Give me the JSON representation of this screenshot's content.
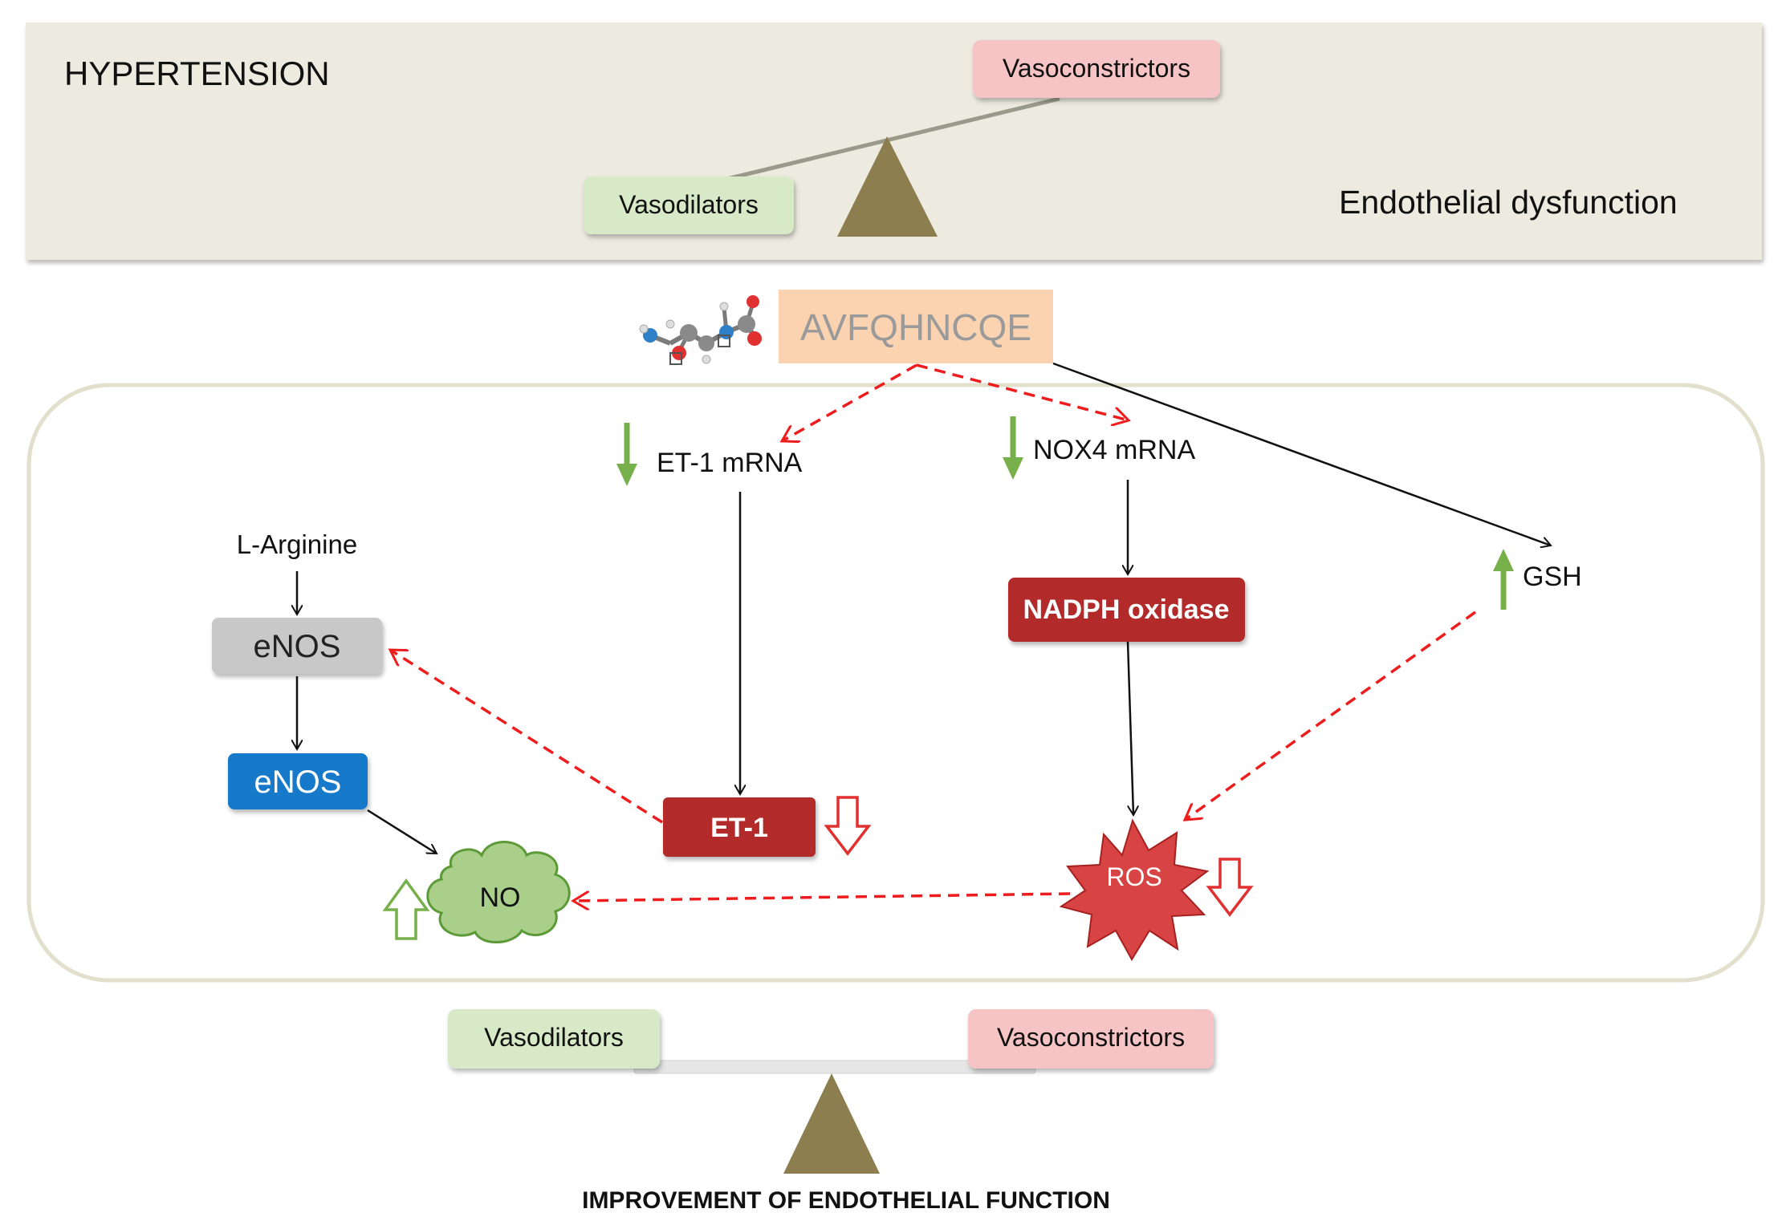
{
  "top_panel": {
    "title": "HYPERTENSION",
    "state": "Endothelial dysfunction",
    "vasoconstrictors": "Vasoconstrictors",
    "vasodilators": "Vasodilators"
  },
  "peptide": {
    "sequence": "AVFQHNCQE"
  },
  "cell": {
    "et1_mrna": "ET-1 mRNA",
    "nox4_mrna": "NOX4 mRNA",
    "gsh": "GSH",
    "l_arginine": "L-Arginine",
    "enos_inactive": "eNOS",
    "enos_active": "eNOS",
    "nadph_oxidase": "NADPH oxidase",
    "et1": "ET-1",
    "ros": "ROS",
    "no": "NO"
  },
  "bottom_panel": {
    "vasodilators": "Vasodilators",
    "vasoconstrictors": "Vasoconstrictors",
    "caption": "IMPROVEMENT OF ENDOTHELIAL FUNCTION"
  },
  "colors": {
    "panel_bg": "#edeae0",
    "fulcrum": "#8c7e4f",
    "vasodilator_box": "#d7e9c6",
    "vasoconstrictor_box": "#f6c4c4",
    "peptide_box": "#fbd3b0",
    "peptide_text": "#9a9a9a",
    "dark_red": "#b22a2a",
    "ros_red": "#d84343",
    "enos_gray": "#c8c8c8",
    "enos_blue": "#1479c9",
    "no_green": "#a9cf8a",
    "arrow_green": "#77b04a",
    "dashed_red": "#ee1c1c"
  }
}
